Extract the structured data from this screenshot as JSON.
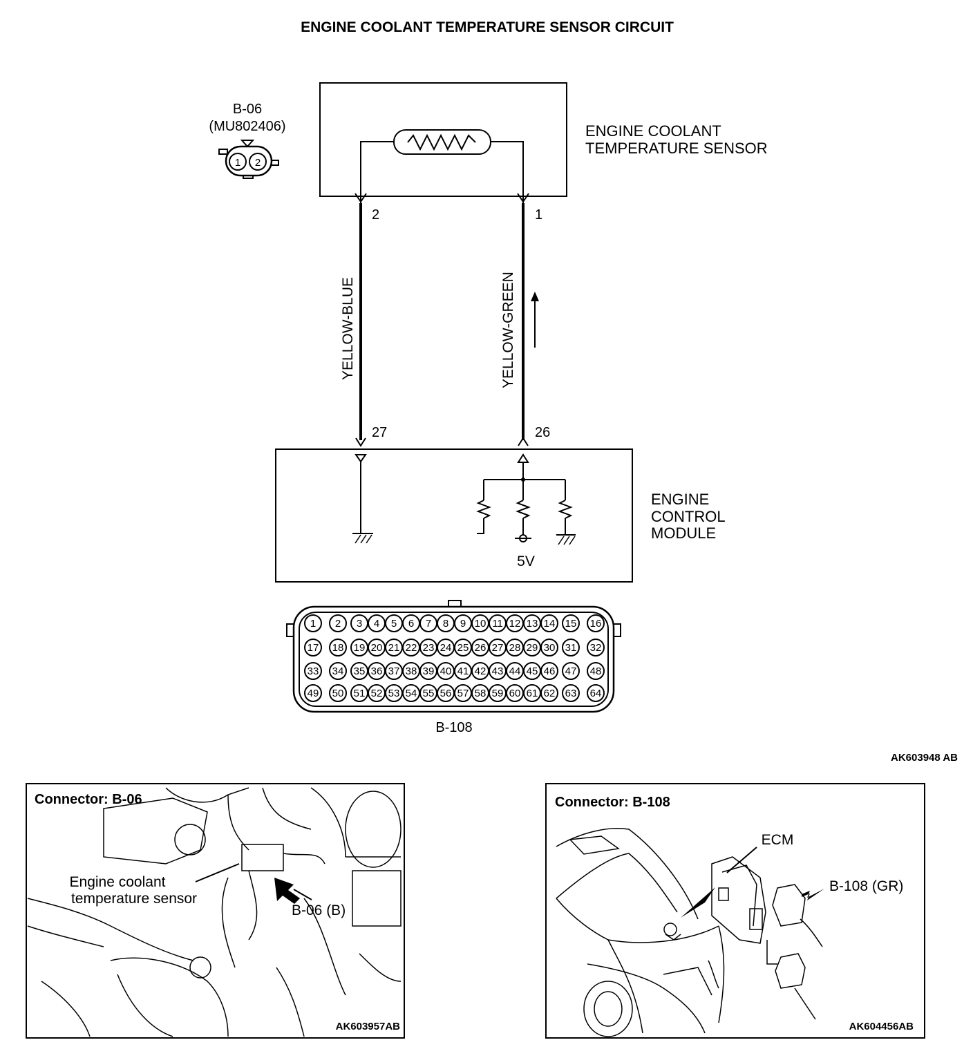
{
  "title": "ENGINE COOLANT TEMPERATURE SENSOR CIRCUIT",
  "sensor_connector": {
    "id": "B-06",
    "part": "(MU802406)",
    "pins": [
      "1",
      "2"
    ]
  },
  "sensor_label": [
    "ENGINE COOLANT",
    "TEMPERATURE SENSOR"
  ],
  "sensor_terminals": {
    "left": "2",
    "right": "1"
  },
  "wires": {
    "left": "YELLOW-BLUE",
    "right": "YELLOW-GREEN"
  },
  "ecm_terminals": {
    "left": "27",
    "right": "26"
  },
  "ecm_label": [
    "ENGINE",
    "CONTROL",
    "MODULE"
  ],
  "supply": "5V",
  "ecm_connector": {
    "id": "B-108",
    "pins": [
      [
        "1",
        "2",
        "3",
        "4",
        "5",
        "6",
        "7",
        "8",
        "9",
        "10",
        "11",
        "12",
        "13",
        "14",
        "15",
        "16"
      ],
      [
        "17",
        "18",
        "19",
        "20",
        "21",
        "22",
        "23",
        "24",
        "25",
        "26",
        "27",
        "28",
        "29",
        "30",
        "31",
        "32"
      ],
      [
        "33",
        "34",
        "35",
        "36",
        "37",
        "38",
        "39",
        "40",
        "41",
        "42",
        "43",
        "44",
        "45",
        "46",
        "47",
        "48"
      ],
      [
        "49",
        "50",
        "51",
        "52",
        "53",
        "54",
        "55",
        "56",
        "57",
        "58",
        "59",
        "60",
        "61",
        "62",
        "63",
        "64"
      ]
    ]
  },
  "figure_code": "AK603948 AB",
  "panel_left": {
    "title": "Connector: B-06",
    "label_lines": [
      "Engine coolant",
      "temperature sensor"
    ],
    "callout": "B-06 (B)",
    "code": "AK603957AB"
  },
  "panel_right": {
    "title": "Connector: B-108",
    "ecm": "ECM",
    "callout": "B-108 (GR)",
    "code": "AK604456AB"
  }
}
